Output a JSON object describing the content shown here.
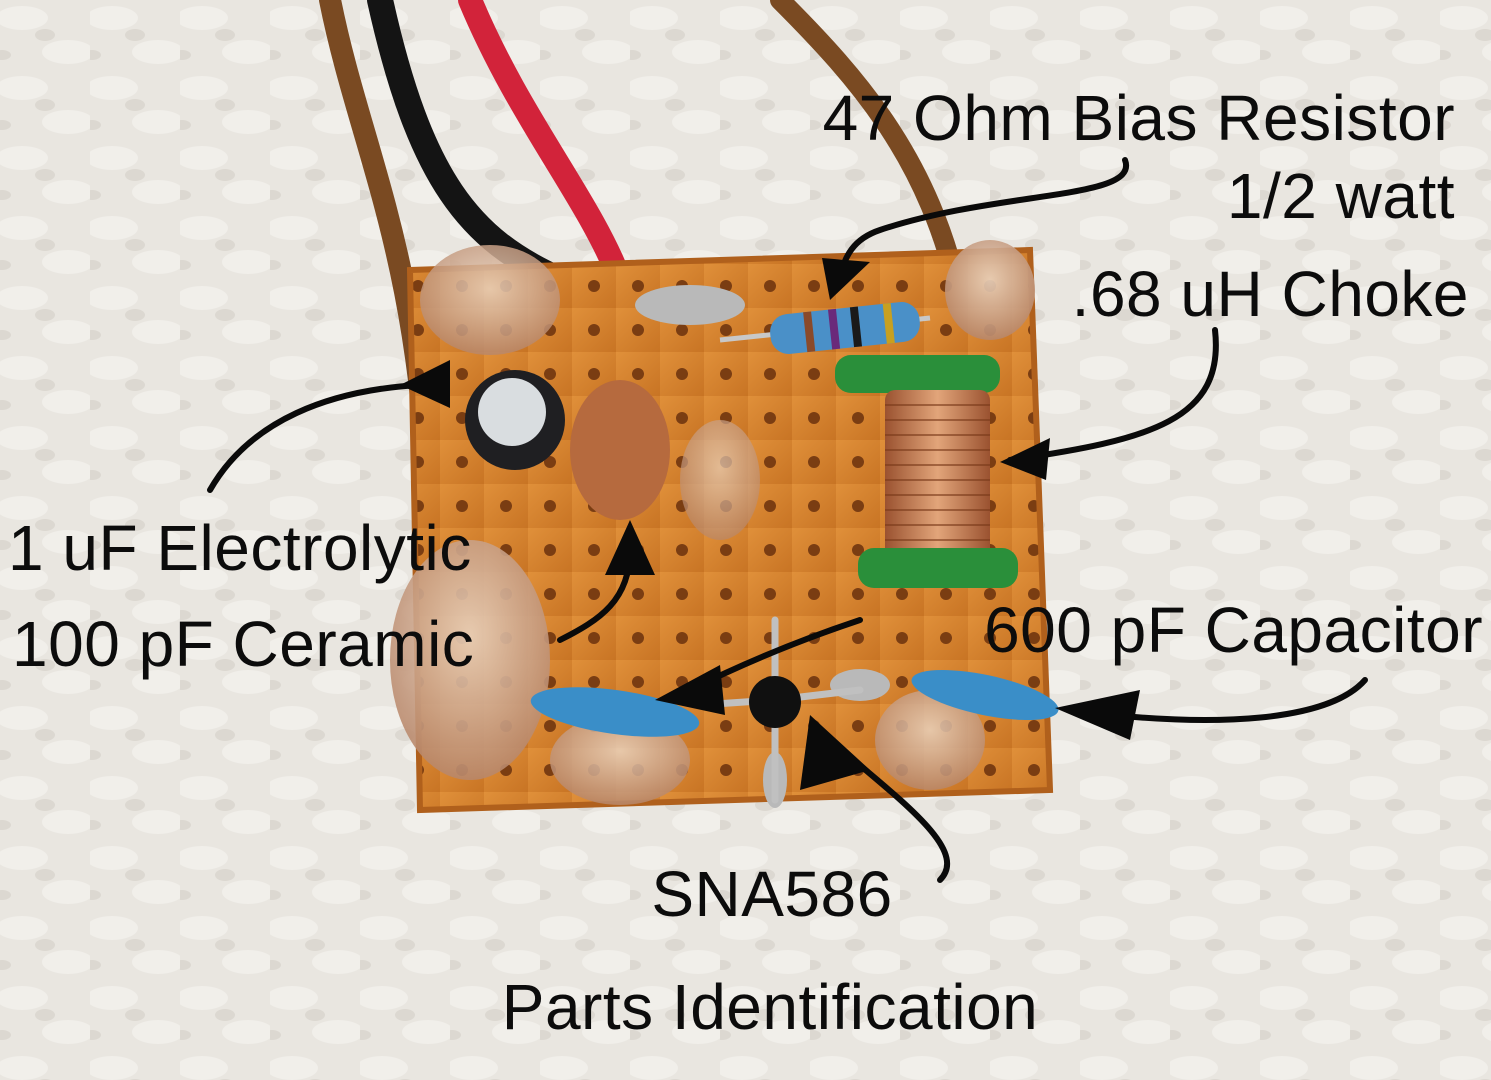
{
  "labels": {
    "bias_resistor": "47 Ohm Bias Resistor",
    "bias_resistor_power": "1/2 watt",
    "choke": ".68 uH Choke",
    "electrolytic": "1 uF Electrolytic",
    "ceramic": "100 pF Ceramic",
    "capacitor_600": "600 pF Capacitor",
    "amplifier_chip": "SNA586",
    "caption": "Parts Identification"
  },
  "colors": {
    "background_paper": "#e9e6e0",
    "perfboard": "#d9822b",
    "hot_glue": "#c9a58a",
    "wire_brown": "#7a4a22",
    "wire_black": "#141414",
    "wire_red": "#d2233a",
    "resistor_body": "#4a90c8",
    "choke_copper": "#c8784a",
    "choke_bobbin": "#2a8f3a",
    "ceramic_cap": "#3a8ec8",
    "annotation_ink": "#0a0a0a"
  }
}
